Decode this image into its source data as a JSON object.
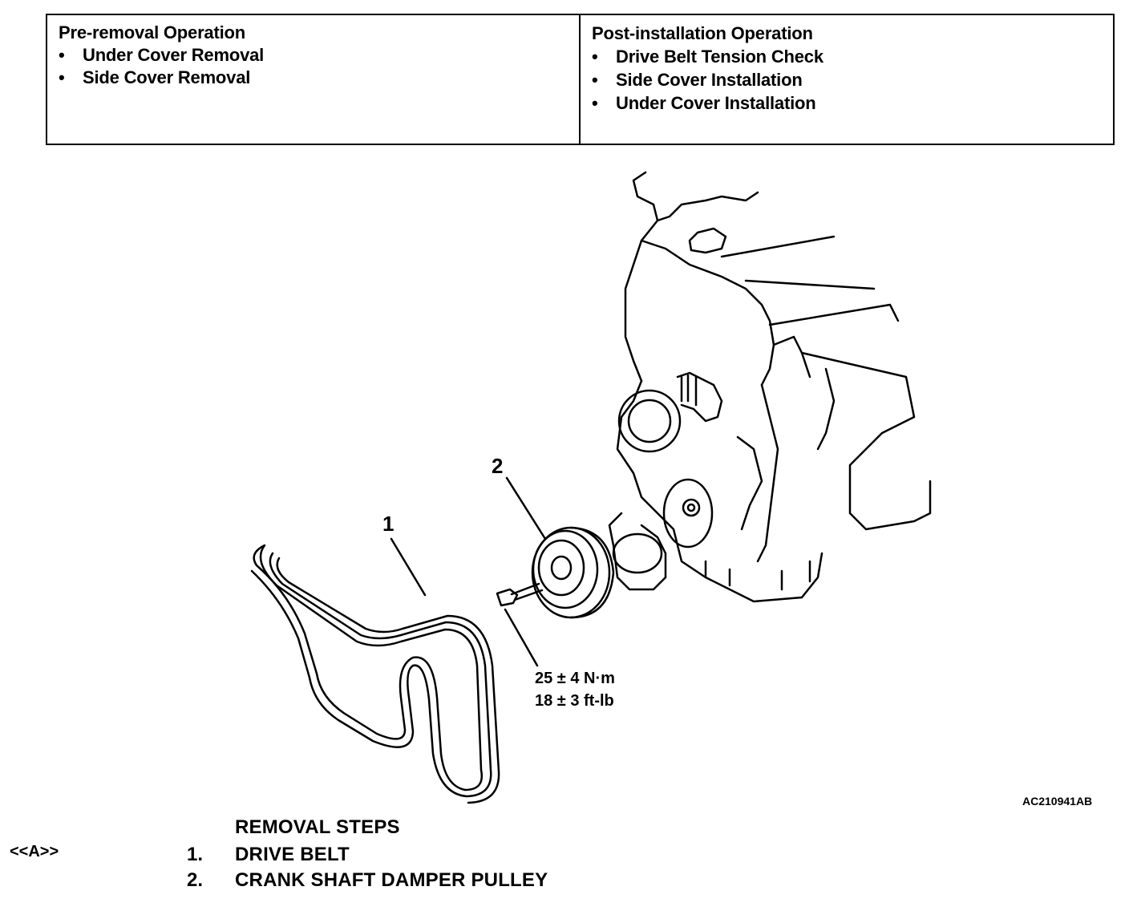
{
  "operations": {
    "pre_removal": {
      "heading": "Pre-removal Operation",
      "items": [
        "Under Cover Removal",
        "Side Cover Removal"
      ]
    },
    "post_installation": {
      "heading": "Post-installation Operation",
      "items": [
        "Drive Belt Tension Check",
        "Side Cover Installation",
        "Under Cover Installation"
      ]
    }
  },
  "diagram": {
    "callout_1": "1",
    "callout_2": "2",
    "torque_nm": "25 ± 4 N·m",
    "torque_ftlb": "18 ± 3 ft-lb",
    "figure_id": "AC210941AB"
  },
  "removal_steps": {
    "title": "REMOVAL STEPS",
    "note_ref": "<<A>>",
    "steps": [
      {
        "num": "1.",
        "label": "DRIVE BELT"
      },
      {
        "num": "2.",
        "label": "CRANK SHAFT DAMPER PULLEY"
      }
    ]
  }
}
